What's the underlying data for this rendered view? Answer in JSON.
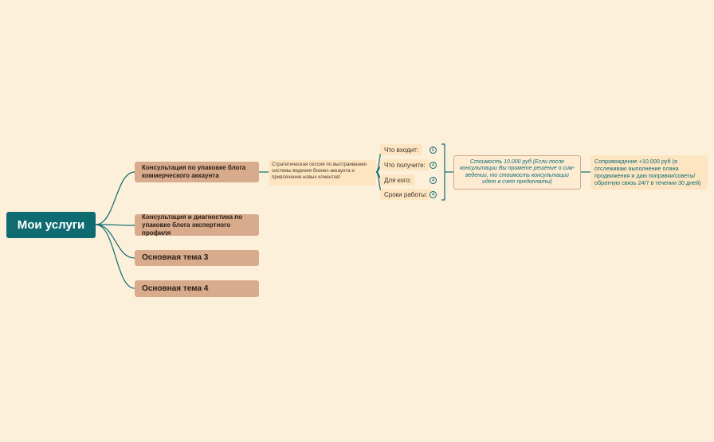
{
  "root": {
    "label": "Мои услуги"
  },
  "branches": [
    {
      "label": "Консультация по упаковке блога коммерческого аккаунта"
    },
    {
      "label": "Консультация и диагностика по упаковке блога экспертного профиля"
    },
    {
      "label": "Основная тема 3"
    },
    {
      "label": "Основная тема 4"
    }
  ],
  "description": {
    "text": "Стратегическая сессия по выстраиванию системы ведения бизнес-аккаунта и привлечения новых клиентов!"
  },
  "subtopics": [
    {
      "label": "Что входит:",
      "count": "5"
    },
    {
      "label": "Что получите:",
      "count": "4"
    },
    {
      "label": "Для кого:",
      "count": "4"
    },
    {
      "label": "Сроки работы:",
      "count": "4"
    }
  ],
  "price": {
    "text": "Стоимость 10.000 руб (Если после консультации Вы примете решение о сим- ведении, то стоимость консультации идет в счет предоплаты)"
  },
  "support": {
    "text": "Сопровождение +10.000 руб  (я отслеживаю выполнение плана продвижения и даю поправки/советы/обратную связь 24/7 в течении 30 дней)"
  },
  "colors": {
    "background": "#fdf0da",
    "root": "#0e6b72",
    "branch": "#d8ab8c",
    "line": "#0e6b72"
  }
}
